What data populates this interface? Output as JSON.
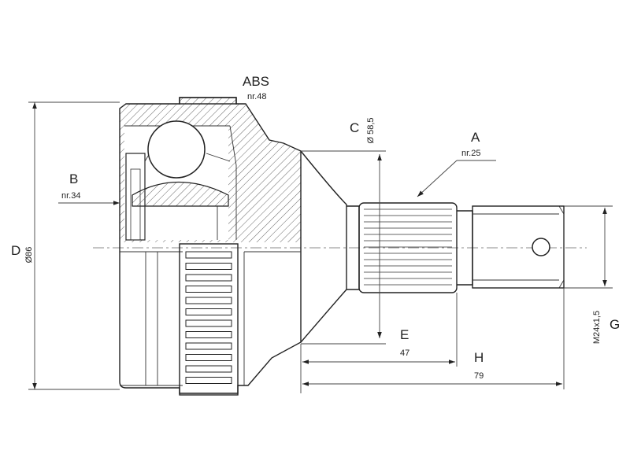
{
  "labels": {
    "abs": {
      "title": "ABS",
      "sub": "nr.48"
    },
    "a": {
      "title": "A",
      "sub": "nr.25"
    },
    "b": {
      "title": "B",
      "sub": "nr.34"
    },
    "c": {
      "title": "C",
      "sub": "Ø 58,5"
    },
    "d": {
      "title": "D",
      "sub": "Ø86"
    },
    "e": {
      "title": "E",
      "sub": "47"
    },
    "g": {
      "title": "G",
      "sub": "M24x1,5"
    },
    "h": {
      "title": "H",
      "sub": "79"
    }
  }
}
